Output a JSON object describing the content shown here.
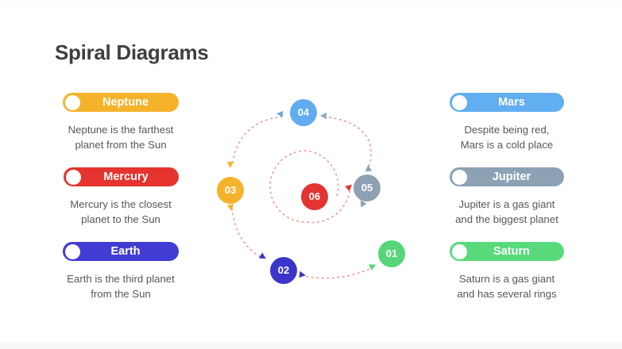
{
  "slide": {
    "title": "Spiral Diagrams"
  },
  "left_panels": [
    {
      "label": "Neptune",
      "description": "Neptune is the farthest\nplanet from the Sun",
      "color": "#F5B32B"
    },
    {
      "label": "Mercury",
      "description": "Mercury is the closest\nplanet to the Sun",
      "color": "#E5332D"
    },
    {
      "label": "Earth",
      "description": "Earth is the third planet\nfrom the Sun",
      "color": "#413CD3"
    }
  ],
  "right_panels": [
    {
      "label": "Mars",
      "description": "Despite being red,\nMars is a cold place",
      "color": "#61AEF1"
    },
    {
      "label": "Jupiter",
      "description": "Jupiter is a gas giant\nand the biggest planet",
      "color": "#8CA2B4"
    },
    {
      "label": "Saturn",
      "description": "Saturn is a gas giant\nand has several rings",
      "color": "#58DA7B"
    }
  ],
  "spiral": {
    "arc_color": "#EC9188",
    "steps": [
      {
        "num": "01",
        "color": "#56D678"
      },
      {
        "num": "02",
        "color": "#3B36C9"
      },
      {
        "num": "03",
        "color": "#F5B32B"
      },
      {
        "num": "04",
        "color": "#5FACEE"
      },
      {
        "num": "05",
        "color": "#8CA2B4"
      },
      {
        "num": "06",
        "color": "#E23430"
      }
    ]
  }
}
